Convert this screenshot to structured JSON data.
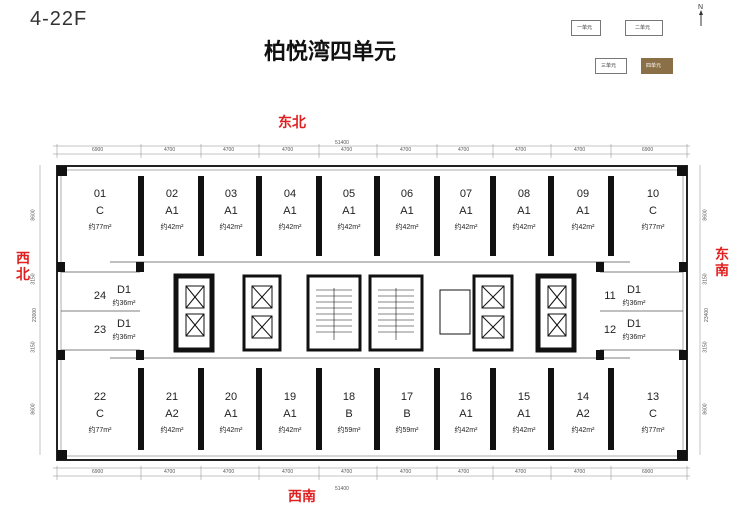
{
  "floor_label": "4-22F",
  "title": "柏悦湾四单元",
  "directions": {
    "top": "东北",
    "bottom": "西南",
    "left": [
      "西",
      "北"
    ],
    "right": [
      "东",
      "南"
    ]
  },
  "north_mark": "N",
  "key_plan": {
    "units": [
      "一单元",
      "二单元",
      "三单元",
      "四单元"
    ],
    "highlight_color": "#8b6f47"
  },
  "dimensions": {
    "total": "51400",
    "top_row": [
      "6900",
      "4700",
      "4700",
      "4700",
      "4700",
      "4700",
      "4700",
      "4700",
      "4700",
      "6900"
    ],
    "bottom_row": [
      "6900",
      "4700",
      "4700",
      "4700",
      "4700",
      "4700",
      "4700",
      "4700",
      "4700",
      "6900"
    ],
    "left_side": [
      "8600",
      "3150",
      "23000",
      "3150",
      "8600"
    ],
    "right_side": [
      "8600",
      "3150",
      "23400",
      "3150",
      "8600"
    ]
  },
  "units_top": [
    {
      "no": "01",
      "type": "C",
      "area": "约77m²"
    },
    {
      "no": "02",
      "type": "A1",
      "area": "约42m²"
    },
    {
      "no": "03",
      "type": "A1",
      "area": "约42m²"
    },
    {
      "no": "04",
      "type": "A1",
      "area": "约42m²"
    },
    {
      "no": "05",
      "type": "A1",
      "area": "约42m²"
    },
    {
      "no": "06",
      "type": "A1",
      "area": "约42m²"
    },
    {
      "no": "07",
      "type": "A1",
      "area": "约42m²"
    },
    {
      "no": "08",
      "type": "A1",
      "area": "约42m²"
    },
    {
      "no": "09",
      "type": "A1",
      "area": "约42m²"
    },
    {
      "no": "10",
      "type": "C",
      "area": "约77m²"
    }
  ],
  "units_bottom": [
    {
      "no": "22",
      "type": "C",
      "area": "约77m²"
    },
    {
      "no": "21",
      "type": "A2",
      "area": "约42m²"
    },
    {
      "no": "20",
      "type": "A1",
      "area": "约42m²"
    },
    {
      "no": "19",
      "type": "A1",
      "area": "约42m²"
    },
    {
      "no": "18",
      "type": "B",
      "area": "约59m²"
    },
    {
      "no": "17",
      "type": "B",
      "area": "约59m²"
    },
    {
      "no": "16",
      "type": "A1",
      "area": "约42m²"
    },
    {
      "no": "15",
      "type": "A1",
      "area": "约42m²"
    },
    {
      "no": "14",
      "type": "A2",
      "area": "约42m²"
    },
    {
      "no": "13",
      "type": "C",
      "area": "约77m²"
    }
  ],
  "units_left": [
    {
      "no": "24",
      "type": "D1",
      "area": "约36m²"
    },
    {
      "no": "23",
      "type": "D1",
      "area": "约36m²"
    }
  ],
  "units_right": [
    {
      "no": "11",
      "type": "D1",
      "area": "约36m²"
    },
    {
      "no": "12",
      "type": "D1",
      "area": "约36m²"
    }
  ]
}
